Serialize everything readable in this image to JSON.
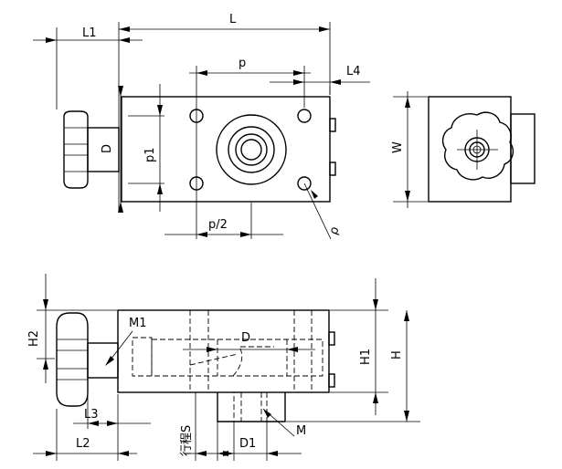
{
  "labels": {
    "L1": "L1",
    "L": "L",
    "p_top": "p",
    "L4": "L4",
    "D": "D",
    "p1": "p1",
    "p_half": "p/2",
    "rho": "ρ",
    "W": "W",
    "H2": "H2",
    "M1": "M1",
    "D_section": "D",
    "H1": "H1",
    "H": "H",
    "L3": "L3",
    "stroke_S": "行程S",
    "M": "M",
    "L2": "L2",
    "D1": "D1"
  }
}
